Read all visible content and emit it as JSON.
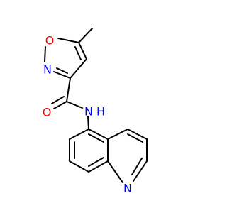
{
  "molecule": {
    "atom_labels": {
      "o_ring": "O",
      "n_ring": "N",
      "o_carbonyl": "O",
      "n_amide": "N",
      "h_amide": "H",
      "n_quinoline": "N"
    },
    "colors": {
      "bond": "#000000",
      "oxygen": "#ff0000",
      "nitrogen": "#0000ff"
    }
  }
}
